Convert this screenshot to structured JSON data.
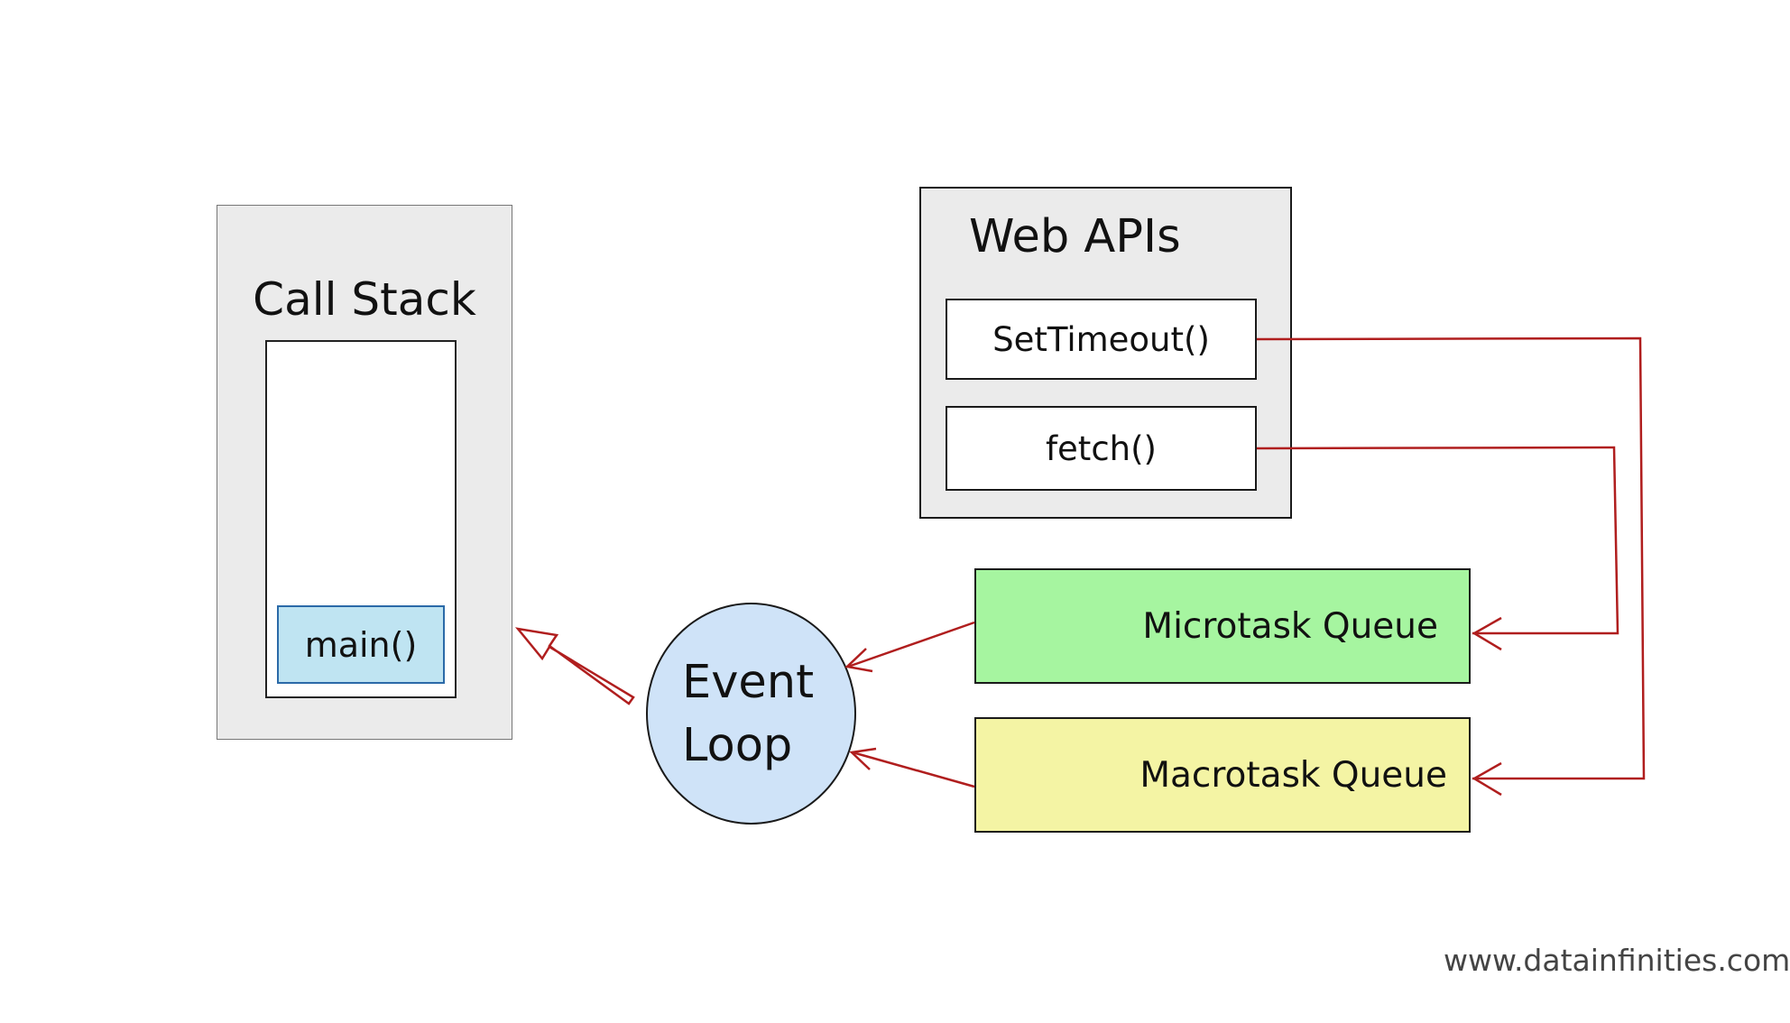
{
  "call_stack": {
    "title": "Call Stack",
    "frames": [
      "main()"
    ]
  },
  "web_apis": {
    "title": "Web APIs",
    "items": [
      "SetTimeout()",
      "fetch()"
    ]
  },
  "queues": {
    "microtask": "Microtask Queue",
    "macrotask": "Macrotask Queue"
  },
  "event_loop": {
    "line1": "Event",
    "line2": "Loop"
  },
  "watermark": "www.datainfinities.com",
  "colors": {
    "arrow": "#b01e1e",
    "panel": "#ebebeb",
    "microtask": "#a6f5a0",
    "macrotask": "#f4f4a4",
    "event_loop": "#cfe3f8",
    "main_frame": "#bfe4f2"
  }
}
